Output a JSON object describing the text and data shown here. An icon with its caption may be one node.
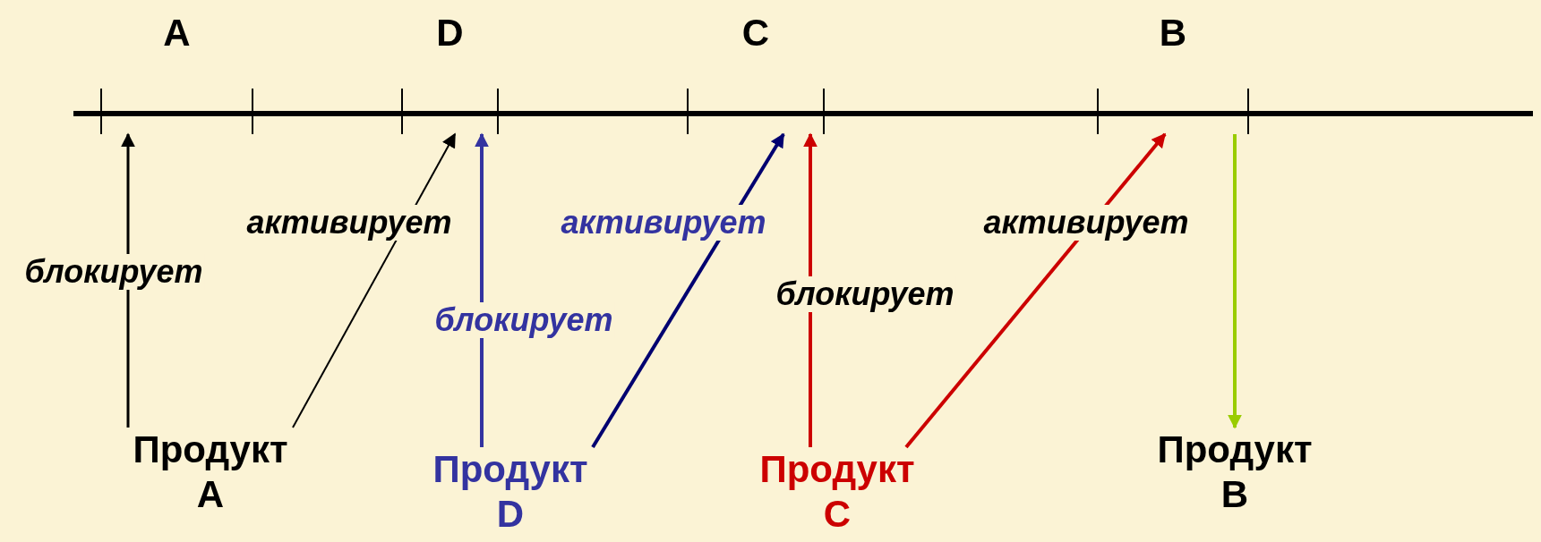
{
  "diagram": {
    "nodes": [
      {
        "text": [
          "A"
        ]
      },
      {
        "text": [
          "D"
        ]
      },
      {
        "text": [
          "C"
        ]
      },
      {
        "text": [
          "B"
        ]
      },
      {
        "text": [
          "Продукт A"
        ]
      },
      {
        "text": [
          "Продукт D"
        ]
      },
      {
        "text": [
          "Продукт C"
        ]
      },
      {
        "text": [
          "Продукт B"
        ]
      }
    ],
    "edges": [
      {
        "from": 4,
        "to": 0,
        "arrow": "to",
        "label": "блокирует"
      },
      {
        "from": 4,
        "to": 1,
        "arrow": "to",
        "label": "активирует"
      },
      {
        "from": 5,
        "to": 1,
        "arrow": "to",
        "label": "блокирует",
        "color": "#3333a0"
      },
      {
        "from": 5,
        "to": 2,
        "arrow": "to",
        "label": "активирует",
        "color": "#000070"
      },
      {
        "from": 6,
        "to": 2,
        "arrow": "to",
        "label": "блокирует",
        "color": "#cc0000"
      },
      {
        "from": 6,
        "to": 3,
        "arrow": "to",
        "label": "активирует",
        "color": "#cc0000"
      },
      {
        "from": 3,
        "to": 7,
        "arrow": "to",
        "color": "#99cc00"
      }
    ]
  }
}
